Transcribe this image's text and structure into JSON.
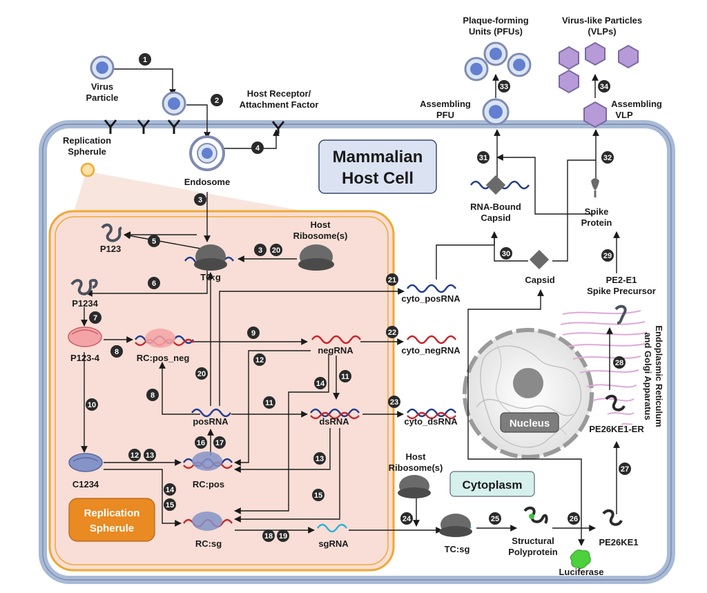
{
  "title": {
    "line1": "Mammalian",
    "line2": "Host Cell"
  },
  "labels": {
    "virus_particle_1": "Virus",
    "virus_particle_2": "Particle",
    "host_receptor_1": "Host Receptor/",
    "host_receptor_2": "Attachment Factor",
    "replication_spherule_1": "Replication",
    "replication_spherule_2": "Spherule",
    "endosome": "Endosome",
    "host_ribosome_1a": "Host",
    "host_ribosome_1b": "Ribosome(s)",
    "p123": "P123",
    "p1234": "P1234",
    "tcg": "TC:g",
    "p123_4": "P123-4",
    "rc_pos_neg": "RC:pos_neg",
    "negrna": "negRNA",
    "cyto_negrna": "cyto_negRNA",
    "posrna": "posRNA",
    "dsrna": "dsRNA",
    "cyto_dsrna": "cyto_dsRNA",
    "cyto_posrna": "cyto_posRNA",
    "c1234": "C1234",
    "rc_pos": "RC:pos",
    "rc_sg": "RC:sg",
    "sgrna": "sgRNA",
    "replication_spherule_badge_1": "Replication",
    "replication_spherule_badge_2": "Spherule",
    "plaque_1": "Plaque-forming",
    "plaque_2": "Units (PFUs)",
    "vlp_1": "Virus-like Particles",
    "vlp_2": "(VLPs)",
    "assembling_pfu_1": "Assembling",
    "assembling_pfu_2": "PFU",
    "assembling_vlp_1": "Assembling",
    "assembling_vlp_2": "VLP",
    "rna_bound_capsid_1": "RNA-Bound",
    "rna_bound_capsid_2": "Capsid",
    "spike_protein_1": "Spike",
    "spike_protein_2": "Protein",
    "capsid": "Capsid",
    "pe2e1_1": "PE2-E1",
    "pe2e1_2": "Spike Precursor",
    "er_golgi_1": "Endoplasmic Reticulum",
    "er_golgi_2": "and Golgi Apparatus",
    "nucleus": "Nucleus",
    "pe26ke1_er": "PE26KE1-ER",
    "host_ribosome_2a": "Host",
    "host_ribosome_2b": "Ribosome(s)",
    "cytoplasm": "Cytoplasm",
    "tcsg": "TC:sg",
    "structural_1": "Structural",
    "structural_2": "Polyprotein",
    "pe26ke1": "PE26KE1",
    "luciferase": "Luciferase"
  },
  "steps": {
    "s1": "1",
    "s2": "2",
    "s3a": "3",
    "s3b": "3",
    "s4": "4",
    "s20a": "20",
    "s5": "5",
    "s6": "6",
    "s7": "7",
    "s8a": "8",
    "s9": "9",
    "s10": "10",
    "s11a": "11",
    "s11b": "11",
    "s12a": "12",
    "s12b": "12",
    "s13a": "13",
    "s13b": "13",
    "s14a": "14",
    "s14b": "14",
    "s15a": "15",
    "s15b": "15",
    "s16": "16",
    "s17": "17",
    "s18": "18",
    "s19": "19",
    "s20b": "20",
    "s8b": "8",
    "s21": "21",
    "s22": "22",
    "s23": "23",
    "s24": "24",
    "s25": "25",
    "s26": "26",
    "s27": "27",
    "s28": "28",
    "s29": "29",
    "s30": "30",
    "s31": "31",
    "s32": "32",
    "s33": "33",
    "s34": "34"
  },
  "colors": {
    "cell_membrane": "#9fb2cf",
    "cell_fill": "#ffffff",
    "spherule_border": "#f0a830",
    "spherule_fill": "#f8e0d8",
    "title_box": "#dbe2f2",
    "cytoplasm_box": "#d6f0ec",
    "badge_orange": "#e98a22",
    "nucleus_grey": "#8a8a8a",
    "rna_blue": "#1f3c8f",
    "rna_red": "#c8242a",
    "rna_cyan": "#2eb2d8",
    "step_circle": "#2a2a2a",
    "vlp_purple": "#b79ad8",
    "er_pink": "#e0a8d8"
  }
}
